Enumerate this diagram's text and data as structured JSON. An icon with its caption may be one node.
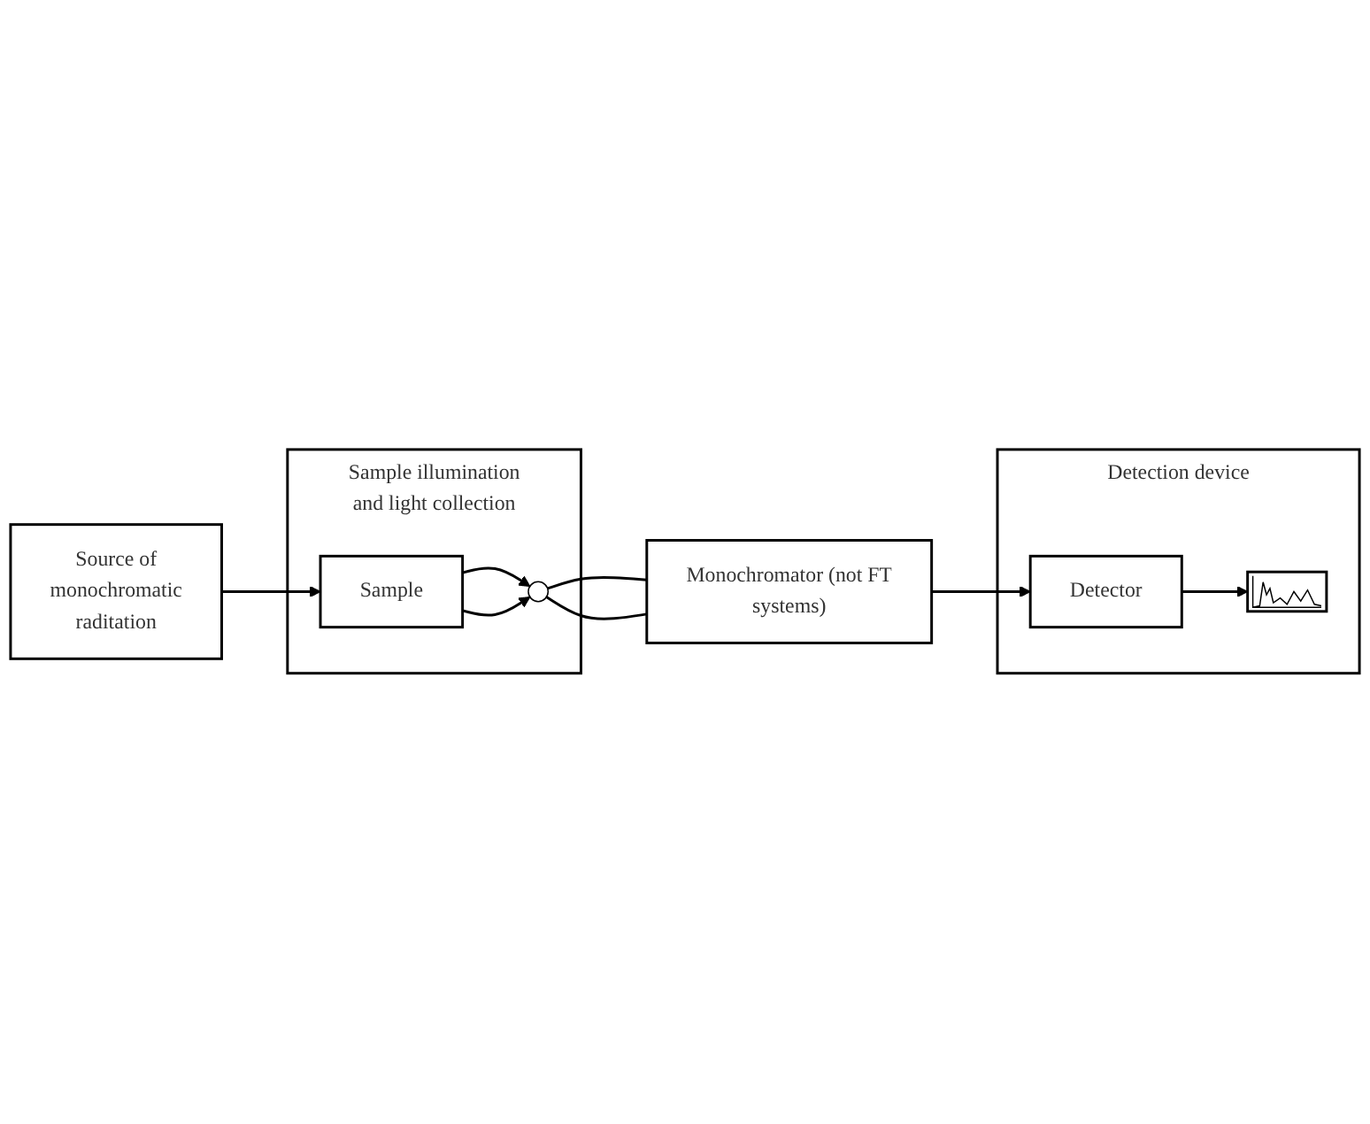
{
  "diagram": {
    "nodes": [
      {
        "text": [
          "Source of monochromatic raditation"
        ]
      },
      {
        "text": [
          "Sample illumination and light collection"
        ]
      },
      {
        "text": [
          "Sample"
        ],
        "in": 1
      },
      {
        "text": [],
        "shape": "circle",
        "in": 1
      },
      {
        "text": [
          "Monochromator (not FT systems)"
        ]
      },
      {
        "text": [
          "Detection device"
        ]
      },
      {
        "text": [
          "Detector"
        ],
        "in": 5
      },
      {
        "text": [],
        "shape": "picture",
        "in": 5
      }
    ],
    "edges": [
      {
        "from": 0,
        "to": 2,
        "arrow": "to"
      },
      {
        "from": 2,
        "to": 3,
        "arrow": "to"
      },
      {
        "from": 2,
        "to": 3,
        "arrow": "to"
      },
      {
        "from": 3,
        "to": 4,
        "arrow": "none"
      },
      {
        "from": 3,
        "to": 4,
        "arrow": "none"
      },
      {
        "from": 4,
        "to": 6,
        "arrow": "to"
      },
      {
        "from": 6,
        "to": 7,
        "arrow": "to"
      }
    ]
  }
}
